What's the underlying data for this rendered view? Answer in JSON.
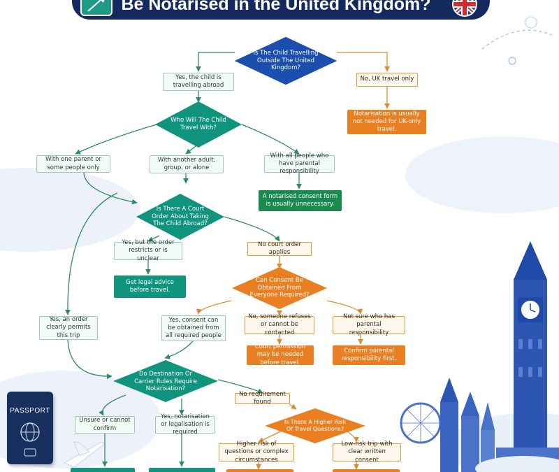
{
  "header": {
    "title": "Be Notarised in the United Kingdom?",
    "left_icon": "certificate-pen-icon",
    "right_icon": "union-jack-flag-icon"
  },
  "colors": {
    "navy": "#142a5e",
    "teal": "#11947d",
    "green": "#1a8a4e",
    "orange": "#ea7f22",
    "blue_diamond": "#1a4fb0"
  },
  "nodes": {
    "q_outside_uk": "Is The Child Travelling Outside The United Kingdom?",
    "yes_abroad": "Yes, the child is travelling abroad",
    "no_uk_only": "No, UK travel only",
    "uk_only_result": "Notarisation is usually not needed for UK-only travel.",
    "q_who_travel": "Who Will The Child Travel With?",
    "opt_one_parent": "With one parent or some people only",
    "opt_other_adult": "With another adult, group, or alone",
    "opt_all_pr": "With all people who have parental responsibility",
    "result_consent_unnecessary": "A notarised consent form is usually unnecessary.",
    "q_court_order": "Is There A Court Order About Taking The Child Abroad?",
    "yes_restricts": "Yes, but the order restricts or is unclear",
    "no_court_order": "No court order applies",
    "result_legal_advice": "Get legal advice before travel.",
    "yes_permits": "Yes, an order clearly permits this trip",
    "q_consent": "Can Consent Be Obtained From Everyone Required?",
    "yes_consent": "Yes, consent can be obtained from all required people",
    "no_refuses": "No, someone refuses or cannot be contacted",
    "not_sure_pr": "Not sure who has parental responsibility",
    "result_court_permission": "Court permission may be needed before travel.",
    "result_confirm_pr": "Confirm parental responsibility first.",
    "q_destination": "Do Destination Or Carrier Rules Require Notarisation?",
    "no_requirement": "No requirement found",
    "unsure": "Unsure or cannot confirm",
    "yes_required": "Yes, notarisation or legalisation is required",
    "q_higher_risk": "Is There A Higher Risk Of Travel Questions?",
    "higher_risk": "Higher risk of questions or complex circumstances",
    "low_risk": "Low-risk trip with clear written consent"
  },
  "decorations": {
    "passport": {
      "label": "PASSPORT",
      "icon": "passport-icon"
    },
    "plane_icon": "airplane-icon",
    "skyline_icon": "london-skyline-icon"
  }
}
